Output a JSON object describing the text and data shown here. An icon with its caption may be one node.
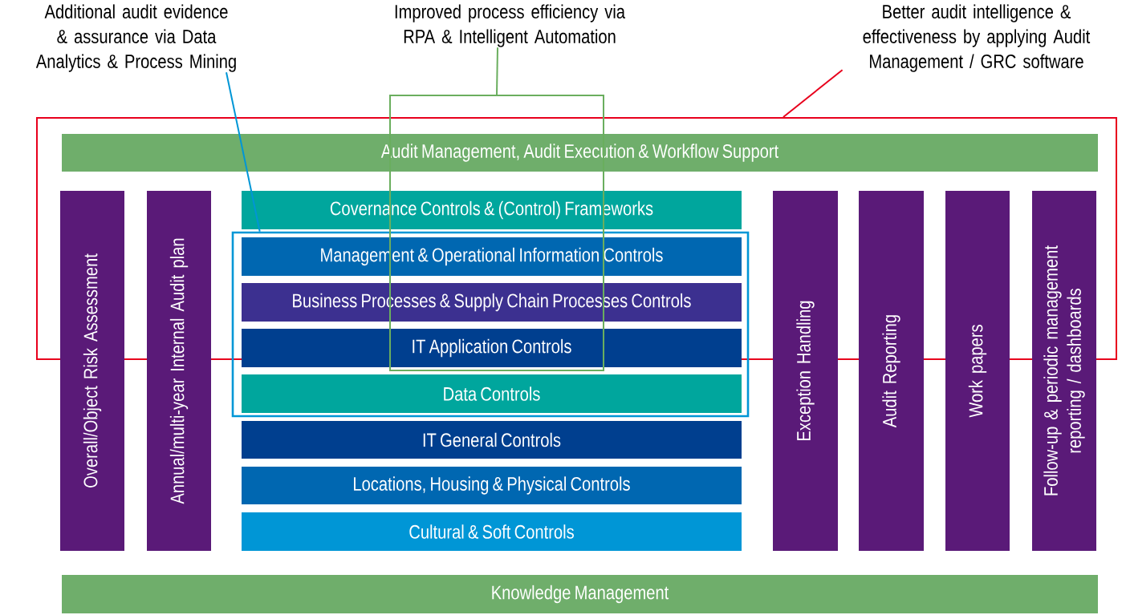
{
  "diagram": {
    "nodes": [
      {
        "text": [
          "Additional audit evidence & assurance via Data Analytics & Process Mining"
        ]
      },
      {
        "text": [
          "Improved process efficiency via RPA & Intelligent Automation"
        ]
      },
      {
        "text": [
          "Better audit intelligence & effectiveness by applying Audit Management / GRC software"
        ]
      },
      {
        "text": [],
        "shape": "box"
      },
      {
        "text": [],
        "shape": "box"
      },
      {
        "text": [],
        "shape": "box"
      },
      {
        "text": [
          "Audit Management, Audit Execution & Workflow Support"
        ],
        "in": 3
      },
      {
        "text": [
          "Overall/Object Risk Assessment"
        ]
      },
      {
        "text": [
          "Annual/multi-year Internal Audit plan"
        ]
      },
      {
        "text": [
          "Covernance Controls & (Control) Frameworks"
        ],
        "in": 3
      },
      {
        "text": [
          "Management & Operational Information Controls"
        ]
      },
      {
        "text": [
          "Business Processes & Supply Chain Processes Controls"
        ]
      },
      {
        "text": [
          "IT Application Controls"
        ],
        "in": 5
      },
      {
        "text": [
          "Data Controls"
        ],
        "in": 5
      },
      {
        "text": [
          "IT General Controls"
        ]
      },
      {
        "text": [
          "Locations, Housing & Physical Controls"
        ]
      },
      {
        "text": [
          "Cultural & Soft Controls"
        ]
      },
      {
        "text": [
          "Exception Handling"
        ]
      },
      {
        "text": [
          "Audit Reporting"
        ]
      },
      {
        "text": [
          "Work papers"
        ]
      },
      {
        "text": [
          "Follow-up & periodic management reporting / dashboards"
        ]
      },
      {
        "text": [
          "Knowledge Management"
        ]
      }
    ],
    "edges": [
      {
        "from": 0,
        "to": 5,
        "arrow": "none",
        "color": "#0096d6"
      },
      {
        "from": 1,
        "to": 4,
        "arrow": "none",
        "color": "#6aae5e"
      },
      {
        "from": 2,
        "to": 3,
        "arrow": "none",
        "color": "#e8001c"
      }
    ]
  }
}
